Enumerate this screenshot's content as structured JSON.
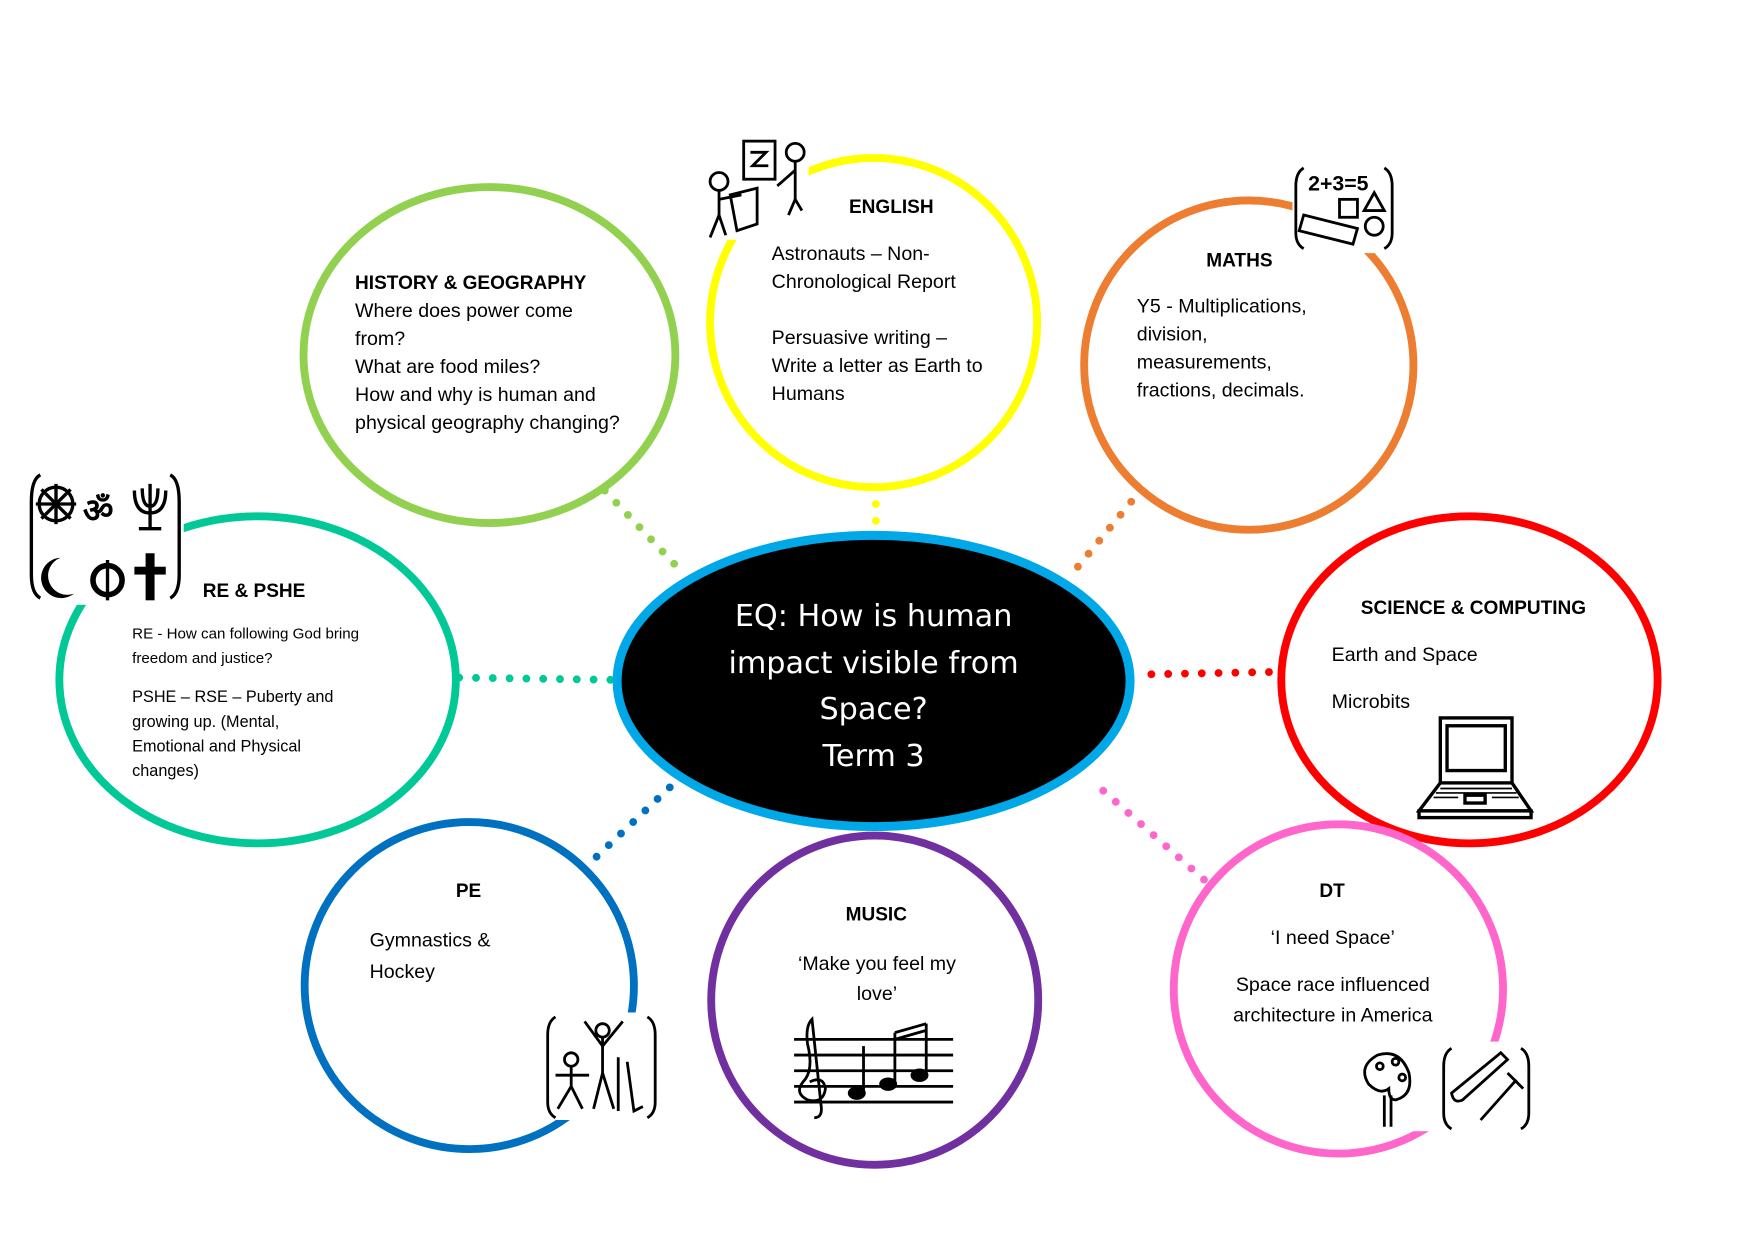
{
  "center": {
    "lines": [
      "EQ: How is human",
      "impact visible from",
      "Space?",
      "Term 3"
    ]
  },
  "colors": {
    "center_border": "#00a8e8",
    "history": "#92d050",
    "english": "#ffff00",
    "maths": "#ed7d31",
    "re": "#00c896",
    "science": "#ff0000",
    "pe": "#0070c0",
    "music": "#7030a0",
    "dt": "#ff66cc"
  },
  "history": {
    "title": "HISTORY & GEOGRAPHY",
    "lines": [
      "Where does power come",
      "from?",
      "What are food miles?",
      "How and why is human and",
      "physical geography changing?"
    ]
  },
  "english": {
    "title": "ENGLISH",
    "lines": [
      "Astronauts – Non-",
      "Chronological Report",
      "",
      "Persuasive writing –",
      "Write a letter as Earth to",
      "Humans"
    ]
  },
  "maths": {
    "title": "MATHS",
    "lines": [
      "Y5 - Multiplications,",
      "division,",
      "measurements,",
      "fractions, decimals."
    ],
    "icon_text": "2+3=5"
  },
  "re": {
    "title": "RE & PSHE",
    "re_lines": [
      "RE - How can following God bring",
      "freedom and justice?"
    ],
    "pshe_lines": [
      "PSHE – RSE – Puberty and",
      "growing up. (Mental,",
      "Emotional and Physical",
      "changes)"
    ]
  },
  "science": {
    "title": "SCIENCE & COMPUTING",
    "lines": [
      "Earth and Space",
      "Microbits"
    ]
  },
  "pe": {
    "title": "PE",
    "lines": [
      "Gymnastics &",
      "Hockey"
    ]
  },
  "music": {
    "title": "MUSIC",
    "lines": [
      "‘Make you feel my",
      "love’"
    ]
  },
  "dt": {
    "title": "DT",
    "lines": [
      "‘I need Space’",
      "Space race influenced",
      "architecture in America"
    ]
  }
}
